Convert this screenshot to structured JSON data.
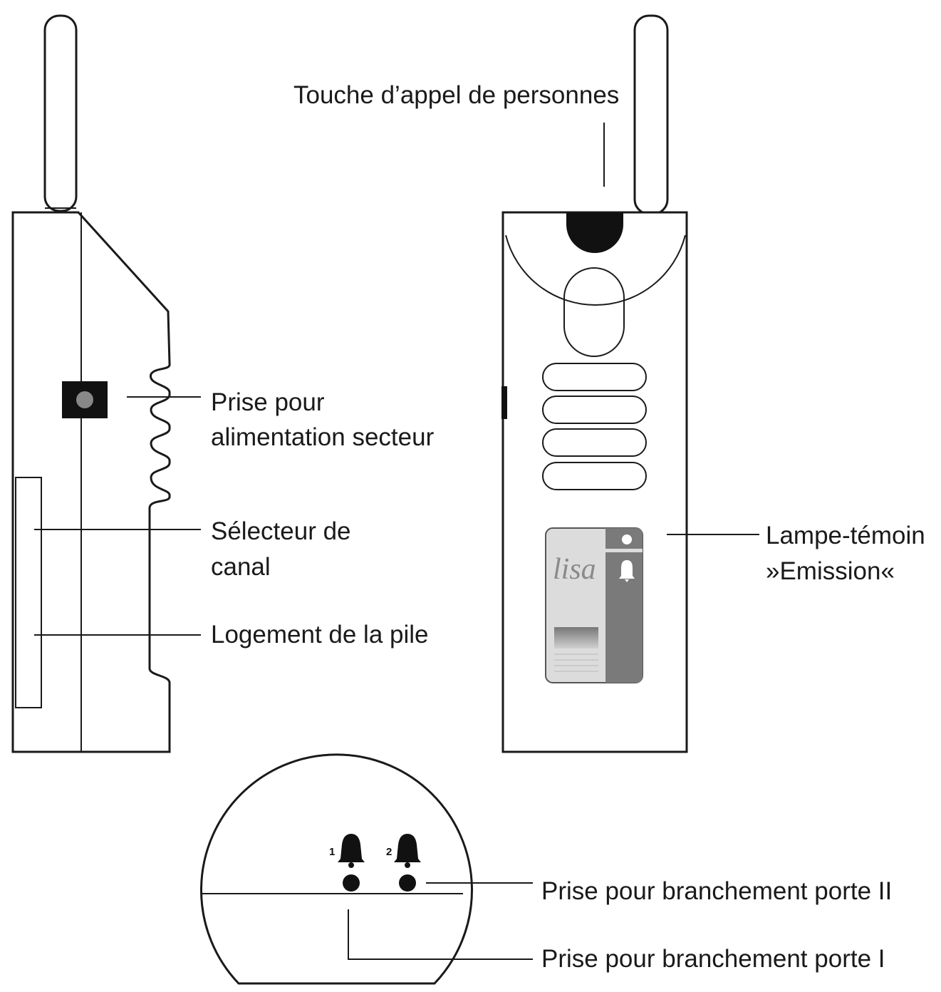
{
  "labels": {
    "call_button": "Touche d’appel de personnes",
    "power_socket_line1": "Prise pour",
    "power_socket_line2": "alimentation secteur",
    "channel_selector_line1": "Sélecteur de",
    "channel_selector_line2": "canal",
    "battery": "Logement de la pile",
    "led_line1": "Lampe-témoin",
    "led_line2": "»Emission«",
    "door2_socket": "Prise pour branchement porte II",
    "door1_socket": "Prise pour branchement porte I"
  },
  "device": {
    "logo": "lisa",
    "bell1_number": "1",
    "bell2_number": "2"
  },
  "icons": [
    "bell-icon",
    "dot-icon"
  ],
  "colors": {
    "line": "#1a1a1a",
    "panel_light": "#dcdcdc",
    "panel_dark": "#7a7a7a"
  }
}
